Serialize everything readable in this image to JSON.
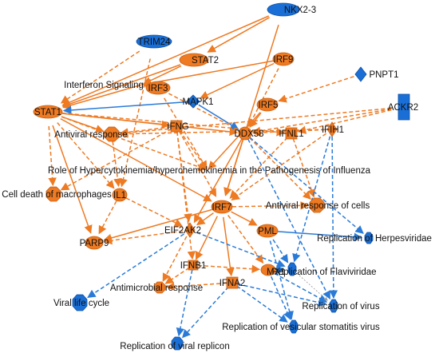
{
  "colors": {
    "activated": "#ee7a22",
    "inhibited": "#1a6fd6",
    "edge_activated": "#ee7a22",
    "edge_inhibited": "#2a7bd8",
    "edge_neutral": "#999999",
    "label": "#111111"
  },
  "nodes": [
    {
      "id": "nkx23",
      "label": "NKX2-3",
      "state": "inhibited",
      "shape": "ellipse"
    },
    {
      "id": "trim24",
      "label": "TRIM24",
      "state": "inhibited",
      "shape": "ellipse"
    },
    {
      "id": "stat2",
      "label": "STAT2",
      "state": "activated",
      "shape": "ellipse"
    },
    {
      "id": "irf9",
      "label": "IRF9",
      "state": "activated",
      "shape": "ellipse"
    },
    {
      "id": "pnpt1",
      "label": "PNPT1",
      "state": "inhibited",
      "shape": "diamond"
    },
    {
      "id": "ifnsig",
      "label": "Interferon Signaling",
      "state": "activated",
      "shape": "pathway"
    },
    {
      "id": "irf3",
      "label": "IRF3",
      "state": "activated",
      "shape": "ellipse"
    },
    {
      "id": "mapk1",
      "label": "MAPK1",
      "state": "inhibited",
      "shape": "diamond"
    },
    {
      "id": "irf5",
      "label": "IRF5",
      "state": "activated",
      "shape": "ellipse"
    },
    {
      "id": "ackr2",
      "label": "ACKR2",
      "state": "inhibited",
      "shape": "rect"
    },
    {
      "id": "stat1",
      "label": "STAT1",
      "state": "activated",
      "shape": "ellipse"
    },
    {
      "id": "ifng",
      "label": "IFNG",
      "state": "activated",
      "shape": "square"
    },
    {
      "id": "ddx58",
      "label": "DDX58",
      "state": "activated",
      "shape": "circle"
    },
    {
      "id": "ifnl1",
      "label": "IFNL1",
      "state": "activated",
      "shape": "square"
    },
    {
      "id": "ifih1",
      "label": "IFIH1",
      "state": "activated",
      "shape": "diamond"
    },
    {
      "id": "antiviral",
      "label": "Antiviral response",
      "state": "activated",
      "shape": "octagon"
    },
    {
      "id": "hypercyto",
      "label": "Role of Hypercytokinemia/hyperchemokinemia in the Pathogenesis of Influenza",
      "state": "activated",
      "shape": "pathway"
    },
    {
      "id": "celldeath",
      "label": "Cell death of macrophages",
      "state": "activated",
      "shape": "octagon"
    },
    {
      "id": "il1",
      "label": "IL1",
      "state": "activated",
      "shape": "ellipse"
    },
    {
      "id": "irf7",
      "label": "IRF7",
      "state": "activated",
      "shape": "ellipse"
    },
    {
      "id": "antiviralcells",
      "label": "Antiviral response of cells",
      "state": "activated",
      "shape": "octagon"
    },
    {
      "id": "eif2ak2",
      "label": "EIF2AK2",
      "state": "activated",
      "shape": "diamond"
    },
    {
      "id": "pml",
      "label": "PML",
      "state": "activated",
      "shape": "ellipse"
    },
    {
      "id": "parp9",
      "label": "PARP9",
      "state": "activated",
      "shape": "ellipse"
    },
    {
      "id": "rephsv",
      "label": "Replication of Herpesviridae",
      "state": "inhibited",
      "shape": "octagon"
    },
    {
      "id": "ifnb1",
      "label": "IFNB1",
      "state": "activated",
      "shape": "square"
    },
    {
      "id": "repflavi",
      "label": "Replication of Flaviviridae",
      "state": "inhibited",
      "shape": "octagon"
    },
    {
      "id": "mx1",
      "label": "MX1",
      "state": "activated",
      "shape": "ellipse"
    },
    {
      "id": "antimicrobial",
      "label": "Antimicrobial response",
      "state": "activated",
      "shape": "octagon"
    },
    {
      "id": "ifna2",
      "label": "IFNA2",
      "state": "activated",
      "shape": "square"
    },
    {
      "id": "virallife",
      "label": "Viral life cycle",
      "state": "inhibited",
      "shape": "octagon"
    },
    {
      "id": "repvirus",
      "label": "Replication of virus",
      "state": "inhibited",
      "shape": "octagon"
    },
    {
      "id": "repvsv",
      "label": "Replication of vesicular stomatitis virus",
      "state": "inhibited",
      "shape": "octagon"
    },
    {
      "id": "repviral",
      "label": "Replication of viral replicon",
      "state": "inhibited",
      "shape": "octagon"
    }
  ],
  "edges": [
    {
      "from": "nkx23",
      "to": "stat2",
      "state": "activated",
      "dashed": false
    },
    {
      "from": "nkx23",
      "to": "stat1",
      "state": "activated",
      "dashed": false
    },
    {
      "from": "nkx23",
      "to": "irf7",
      "state": "activated",
      "dashed": false
    },
    {
      "from": "trim24",
      "to": "stat1",
      "state": "activated",
      "dashed": true
    },
    {
      "from": "trim24",
      "to": "il1",
      "state": "activated",
      "dashed": true
    },
    {
      "from": "stat2",
      "to": "ifnsig",
      "state": "activated",
      "dashed": false
    },
    {
      "from": "stat2",
      "to": "stat1",
      "state": "activated",
      "dashed": false
    },
    {
      "from": "irf9",
      "to": "ifnsig",
      "state": "activated",
      "dashed": false
    },
    {
      "from": "irf9",
      "to": "mapk1",
      "state": "activated",
      "dashed": false
    },
    {
      "from": "irf9",
      "to": "ddx58",
      "state": "activated",
      "dashed": true
    },
    {
      "from": "pnpt1",
      "to": "irf5",
      "state": "activated",
      "dashed": true
    },
    {
      "from": "ifnsig",
      "to": "stat1",
      "state": "activated",
      "dashed": false
    },
    {
      "from": "irf3",
      "to": "ifnsig",
      "state": "activated",
      "dashed": false
    },
    {
      "from": "irf3",
      "to": "ddx58",
      "state": "activated",
      "dashed": true
    },
    {
      "from": "irf3",
      "to": "hypercyto",
      "state": "activated",
      "dashed": true
    },
    {
      "from": "mapk1",
      "to": "ddx58",
      "state": "inhibited",
      "dashed": false
    },
    {
      "from": "mapk1",
      "to": "stat1",
      "state": "inhibited",
      "dashed": false
    },
    {
      "from": "irf5",
      "to": "ddx58",
      "state": "activated",
      "dashed": false
    },
    {
      "from": "irf5",
      "to": "hypercyto",
      "state": "activated",
      "dashed": false
    },
    {
      "from": "ackr2",
      "to": "ifnl1",
      "state": "activated",
      "dashed": true
    },
    {
      "from": "ackr2",
      "to": "ddx58",
      "state": "activated",
      "dashed": true
    },
    {
      "from": "ackr2",
      "to": "antiviral",
      "state": "activated",
      "dashed": true
    },
    {
      "from": "stat1",
      "to": "antiviral",
      "state": "activated",
      "dashed": false
    },
    {
      "from": "stat1",
      "to": "ifng",
      "state": "activated",
      "dashed": false
    },
    {
      "from": "stat1",
      "to": "ddx58",
      "state": "activated",
      "dashed": false
    },
    {
      "from": "stat1",
      "to": "ifnl1",
      "state": "activated",
      "dashed": true
    },
    {
      "from": "stat1",
      "to": "celldeath",
      "state": "activated",
      "dashed": true
    },
    {
      "from": "stat1",
      "to": "irf7",
      "state": "activated",
      "dashed": false
    },
    {
      "from": "stat1",
      "to": "parp9",
      "state": "activated",
      "dashed": false
    },
    {
      "from": "stat1",
      "to": "il1",
      "state": "activated",
      "dashed": true
    },
    {
      "from": "stat1",
      "to": "hypercyto",
      "state": "activated",
      "dashed": true
    },
    {
      "from": "ifng",
      "to": "antiviral",
      "state": "activated",
      "dashed": true
    },
    {
      "from": "ifng",
      "to": "hypercyto",
      "state": "activated",
      "dashed": true
    },
    {
      "from": "ifng",
      "to": "eif2ak2",
      "state": "activated",
      "dashed": true
    },
    {
      "from": "ifng",
      "to": "ifnb1",
      "state": "activated",
      "dashed": true
    },
    {
      "from": "ifng",
      "to": "celldeath",
      "state": "activated",
      "dashed": true
    },
    {
      "from": "ifng",
      "to": "irf7",
      "state": "activated",
      "dashed": true
    },
    {
      "from": "ddx58",
      "to": "irf7",
      "state": "activated",
      "dashed": false
    },
    {
      "from": "ddx58",
      "to": "eif2ak2",
      "state": "activated",
      "dashed": false
    },
    {
      "from": "ddx58",
      "to": "antiviralcells",
      "state": "activated",
      "dashed": true
    },
    {
      "from": "ddx58",
      "to": "rephsv",
      "state": "inhibited",
      "dashed": true
    },
    {
      "from": "ddx58",
      "to": "repvirus",
      "state": "inhibited",
      "dashed": true
    },
    {
      "from": "ifnl1",
      "to": "irf7",
      "state": "activated",
      "dashed": true
    },
    {
      "from": "ifnl1",
      "to": "antiviralcells",
      "state": "activated",
      "dashed": true
    },
    {
      "from": "ifih1",
      "to": "antiviral",
      "state": "activated",
      "dashed": true
    },
    {
      "from": "ifih1",
      "to": "ddx58",
      "state": "activated",
      "dashed": true
    },
    {
      "from": "ifih1",
      "to": "irf7",
      "state": "activated",
      "dashed": true
    },
    {
      "from": "ifih1",
      "to": "repflavi",
      "state": "inhibited",
      "dashed": true
    },
    {
      "from": "ifih1",
      "to": "repvirus",
      "state": "inhibited",
      "dashed": true
    },
    {
      "from": "antiviral",
      "to": "il1",
      "state": "activated",
      "dashed": true
    },
    {
      "from": "il1",
      "to": "eif2ak2",
      "state": "activated",
      "dashed": true
    },
    {
      "from": "il1",
      "to": "parp9",
      "state": "activated",
      "dashed": true
    },
    {
      "from": "irf7",
      "to": "eif2ak2",
      "state": "activated",
      "dashed": false
    },
    {
      "from": "irf7",
      "to": "pml",
      "state": "activated",
      "dashed": false
    },
    {
      "from": "irf7",
      "to": "antiviralcells",
      "state": "activated",
      "dashed": true
    },
    {
      "from": "irf7",
      "to": "ifnb1",
      "state": "activated",
      "dashed": false
    },
    {
      "from": "irf7",
      "to": "ifna2",
      "state": "activated",
      "dashed": false
    },
    {
      "from": "irf7",
      "to": "parp9",
      "state": "activated",
      "dashed": false
    },
    {
      "from": "irf7",
      "to": "mx1",
      "state": "activated",
      "dashed": true
    },
    {
      "from": "eif2ak2",
      "to": "parp9",
      "state": "activated",
      "dashed": true
    },
    {
      "from": "eif2ak2",
      "to": "antimicrobial",
      "state": "activated",
      "dashed": true
    },
    {
      "from": "eif2ak2",
      "to": "virallife",
      "state": "inhibited",
      "dashed": true
    },
    {
      "from": "eif2ak2",
      "to": "repflavi",
      "state": "inhibited",
      "dashed": true
    },
    {
      "from": "pml",
      "to": "rephsv",
      "state": "inhibited",
      "dashed": false
    },
    {
      "from": "pml",
      "to": "repvsv",
      "state": "inhibited",
      "dashed": true
    },
    {
      "from": "pml",
      "to": "repflavi",
      "state": "inhibited",
      "dashed": true
    },
    {
      "from": "ifnb1",
      "to": "antimicrobial",
      "state": "activated",
      "dashed": true
    },
    {
      "from": "ifnb1",
      "to": "repviral",
      "state": "inhibited",
      "dashed": true
    },
    {
      "from": "ifnb1",
      "to": "mx1",
      "state": "activated",
      "dashed": true
    },
    {
      "from": "mx1",
      "to": "repflavi",
      "state": "inhibited",
      "dashed": true
    },
    {
      "from": "mx1",
      "to": "repvirus",
      "state": "inhibited",
      "dashed": true
    },
    {
      "from": "mx1",
      "to": "repvsv",
      "state": "inhibited",
      "dashed": true
    },
    {
      "from": "ifna2",
      "to": "antimicrobial",
      "state": "activated",
      "dashed": true
    },
    {
      "from": "ifna2",
      "to": "repviral",
      "state": "inhibited",
      "dashed": true
    },
    {
      "from": "ifna2",
      "to": "repvirus",
      "state": "inhibited",
      "dashed": true
    },
    {
      "from": "ifna2",
      "to": "repvsv",
      "state": "inhibited",
      "dashed": true
    },
    {
      "from": "repflavi",
      "to": "repvirus",
      "state": "neutral",
      "dashed": true
    }
  ]
}
